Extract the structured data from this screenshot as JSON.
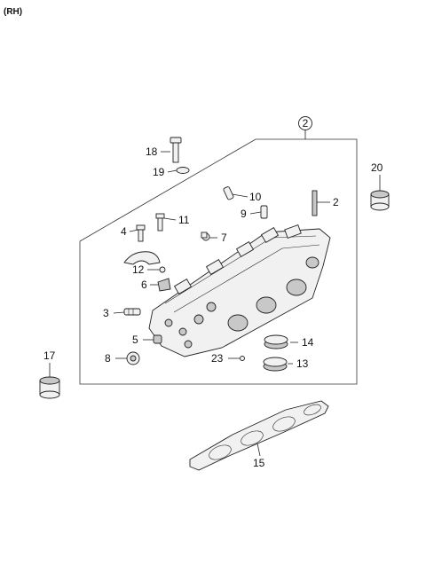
{
  "header": {
    "side": "(RH)"
  },
  "assembly": {
    "label": "2"
  },
  "callouts": [
    {
      "id": "2",
      "label": "2"
    },
    {
      "id": "3",
      "label": "3"
    },
    {
      "id": "4",
      "label": "4"
    },
    {
      "id": "5",
      "label": "5"
    },
    {
      "id": "6",
      "label": "6"
    },
    {
      "id": "7",
      "label": "7"
    },
    {
      "id": "8",
      "label": "8"
    },
    {
      "id": "9",
      "label": "9"
    },
    {
      "id": "10",
      "label": "10"
    },
    {
      "id": "11",
      "label": "11"
    },
    {
      "id": "12",
      "label": "12"
    },
    {
      "id": "13",
      "label": "13"
    },
    {
      "id": "14",
      "label": "14"
    },
    {
      "id": "15",
      "label": "15"
    },
    {
      "id": "17",
      "label": "17"
    },
    {
      "id": "18",
      "label": "18"
    },
    {
      "id": "19",
      "label": "19"
    },
    {
      "id": "20",
      "label": "20"
    },
    {
      "id": "23",
      "label": "23"
    }
  ]
}
